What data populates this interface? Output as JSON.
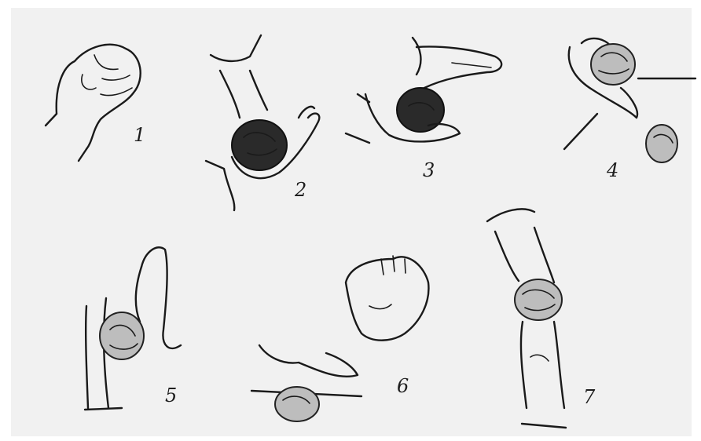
{
  "steps": [
    {
      "number": "1",
      "hand_icon": "closed-fist-icon"
    },
    {
      "number": "2",
      "hand_icon": "hands-pressing-ball-icon"
    },
    {
      "number": "3",
      "hand_icon": "hands-rolling-ball-icon"
    },
    {
      "number": "4",
      "hand_icon": "hands-holding-ball-icon"
    },
    {
      "number": "5",
      "hand_icon": "palms-squeezing-ball-icon"
    },
    {
      "number": "6",
      "hand_icon": "palm-rolling-ball-on-surface-icon"
    },
    {
      "number": "7",
      "hand_icon": "fingers-pinching-ball-icon"
    }
  ],
  "colors": {
    "ink": "#1a1a1a",
    "paper": "#f1f1f1",
    "ball_dark": "#2a2a2a",
    "ball_light": "#bdbdbd"
  }
}
